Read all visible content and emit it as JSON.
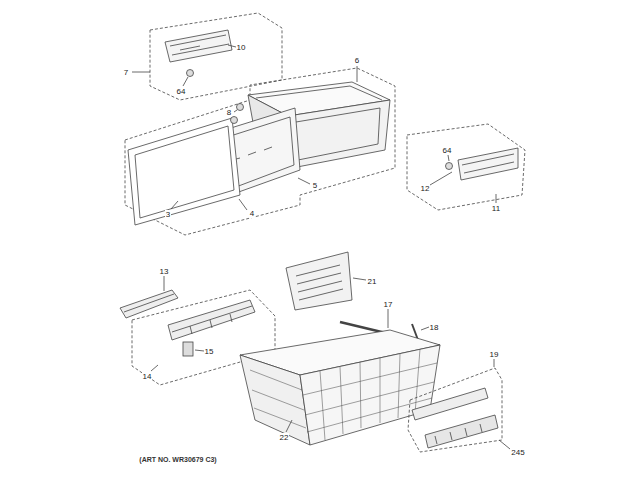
{
  "diagram": {
    "labels": [
      "10",
      "7",
      "64",
      "6",
      "8",
      "5",
      "4",
      "3",
      "64",
      "12",
      "11",
      "13",
      "21",
      "17",
      "18",
      "14",
      "15",
      "19",
      "22",
      "245",
      "(ART NO. WR30679 C3)"
    ]
  }
}
